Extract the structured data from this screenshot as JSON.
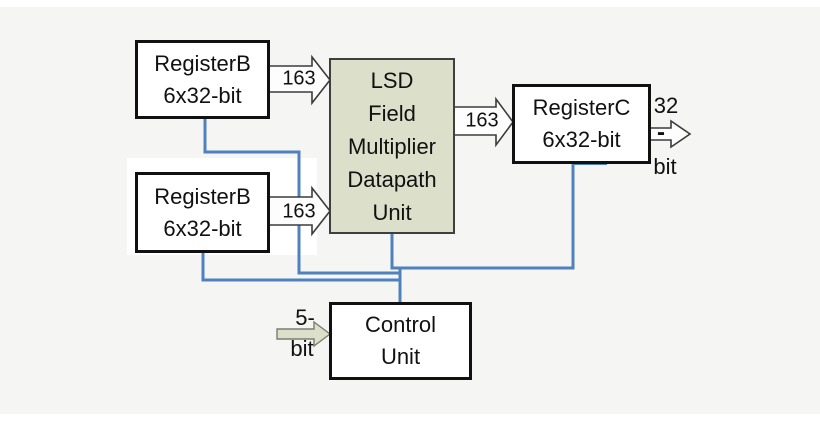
{
  "diagram": {
    "title_hint": "LSD field multiplier block diagram",
    "colors": {
      "background": "#f5f5f3",
      "control_line_blue": "#4f81bd",
      "green_fill": "#dce0ca",
      "box_border": "#111111"
    },
    "nodes": {
      "register_b1": {
        "line1": "RegisterB",
        "line2": "6x32-bit"
      },
      "register_b2": {
        "line1": "RegisterB",
        "line2": "6x32-bit"
      },
      "lsd": {
        "lines": [
          "LSD",
          "Field",
          "Multiplier",
          "Datapath",
          "Unit"
        ]
      },
      "register_c": {
        "line1": "RegisterC",
        "line2": "6x32-bit"
      },
      "control_unit": {
        "line1": "Control",
        "line2": "Unit"
      }
    },
    "bus_labels": {
      "b1_to_lsd_width": "163",
      "b2_to_lsd_width": "163",
      "lsd_to_c_width": "163",
      "output_top": "32",
      "output_dash": "-",
      "output_bottom": "bit",
      "control_top": "5-",
      "control_bottom": "bit"
    }
  }
}
